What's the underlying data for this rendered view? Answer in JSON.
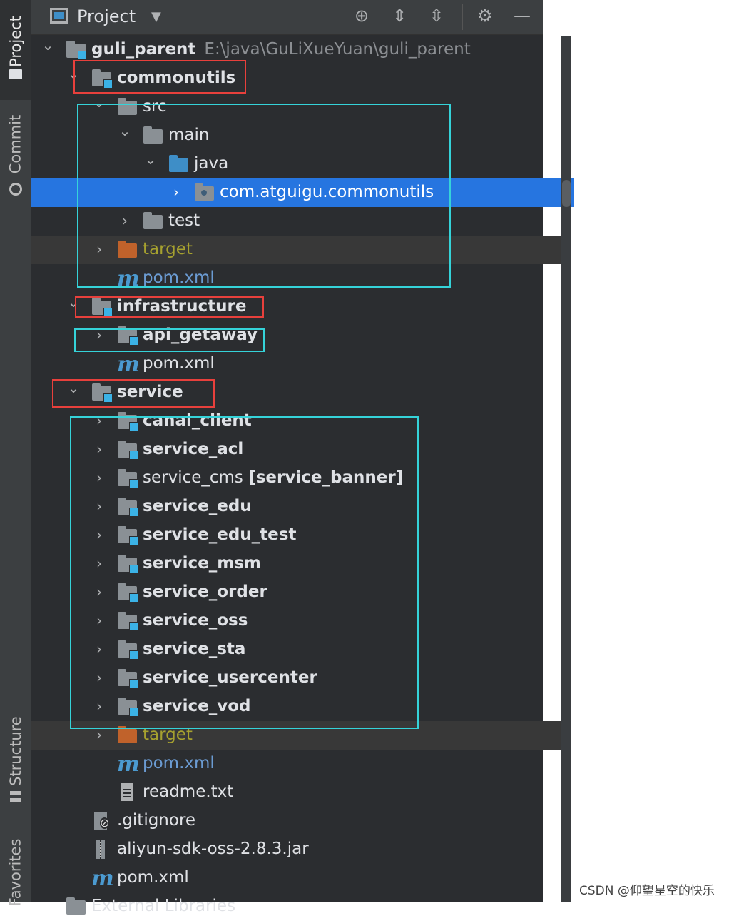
{
  "toolwindow_stripe": {
    "tabs": [
      {
        "label": "Project",
        "icon": "folder-icon",
        "active": true
      },
      {
        "label": "Commit",
        "icon": "commit-icon",
        "active": false
      },
      {
        "label": "Structure",
        "icon": "structure-icon",
        "active": false
      },
      {
        "label": "Favorites",
        "icon": "star-icon",
        "active": false
      }
    ]
  },
  "header": {
    "title": "Project",
    "icons": [
      "locate-icon",
      "expand-all-icon",
      "collapse-all-icon",
      "gear-icon",
      "hide-icon"
    ]
  },
  "tree": [
    {
      "label": "guli_parent",
      "path": "E:\\java\\GuLiXueYuan\\guli_parent",
      "icon": "module-folder",
      "bold": true,
      "expanded": true
    },
    {
      "label": "commonutils",
      "icon": "module-folder",
      "bold": true,
      "expanded": true
    },
    {
      "label": "src",
      "icon": "folder",
      "expanded": true
    },
    {
      "label": "main",
      "icon": "folder",
      "expanded": true
    },
    {
      "label": "java",
      "icon": "source-folder",
      "expanded": true
    },
    {
      "label": "com.atguigu.commonutils",
      "icon": "package",
      "expanded": false,
      "selected": true
    },
    {
      "label": "test",
      "icon": "folder",
      "expanded": false
    },
    {
      "label": "target",
      "icon": "excluded-folder",
      "expanded": false
    },
    {
      "label": "pom.xml",
      "icon": "maven-file"
    },
    {
      "label": "infrastructure",
      "icon": "module-folder",
      "bold": true,
      "expanded": true
    },
    {
      "label": "api_getaway",
      "icon": "module-folder",
      "bold": true,
      "expanded": false
    },
    {
      "label": "pom.xml",
      "icon": "maven-file"
    },
    {
      "label": "service",
      "icon": "module-folder",
      "bold": true,
      "expanded": true
    },
    {
      "label": "canal_client",
      "icon": "module-folder",
      "bold": true,
      "expanded": false
    },
    {
      "label": "service_acl",
      "icon": "module-folder",
      "bold": true,
      "expanded": false
    },
    {
      "label": "service_cms",
      "suffix": "[service_banner]",
      "icon": "module-folder",
      "expanded": false
    },
    {
      "label": "service_edu",
      "icon": "module-folder",
      "bold": true,
      "expanded": false
    },
    {
      "label": "service_edu_test",
      "icon": "module-folder",
      "bold": true,
      "expanded": false
    },
    {
      "label": "service_msm",
      "icon": "module-folder",
      "bold": true,
      "expanded": false
    },
    {
      "label": "service_order",
      "icon": "module-folder",
      "bold": true,
      "expanded": false
    },
    {
      "label": "service_oss",
      "icon": "module-folder",
      "bold": true,
      "expanded": false
    },
    {
      "label": "service_sta",
      "icon": "module-folder",
      "bold": true,
      "expanded": false
    },
    {
      "label": "service_usercenter",
      "icon": "module-folder",
      "bold": true,
      "expanded": false
    },
    {
      "label": "service_vod",
      "icon": "module-folder",
      "bold": true,
      "expanded": false
    },
    {
      "label": "target",
      "icon": "excluded-folder",
      "expanded": false
    },
    {
      "label": "pom.xml",
      "icon": "maven-file"
    },
    {
      "label": "readme.txt",
      "icon": "text-file"
    },
    {
      "label": ".gitignore",
      "icon": "ignore-file"
    },
    {
      "label": "aliyun-sdk-oss-2.8.3.jar",
      "icon": "jar-file"
    },
    {
      "label": "pom.xml",
      "icon": "maven-file"
    },
    {
      "label": "External Libraries",
      "icon": "library"
    }
  ],
  "colors": {
    "selection": "#2675e0",
    "excluded_text": "#a6a12f",
    "maven_text": "#6b9bd2",
    "annotation_red": "#e8403c",
    "annotation_cyan": "#35d3d9"
  },
  "watermark": "CSDN @仰望星空的快乐"
}
